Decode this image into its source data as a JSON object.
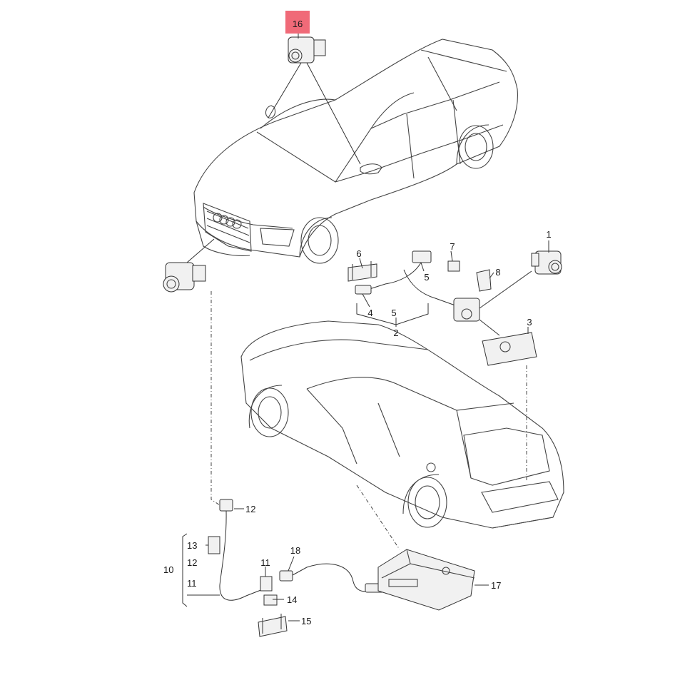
{
  "highlight_color": "#f06a78",
  "labels": {
    "l1": "1",
    "l2": "2",
    "l3": "3",
    "l4": "4",
    "l5a": "5",
    "l5b": "5",
    "l6": "6",
    "l7": "7",
    "l8": "8",
    "l10": "10",
    "l11a": "11",
    "l11b": "11",
    "l12a": "12",
    "l12b": "12",
    "l13": "13",
    "l14": "14",
    "l15": "15",
    "l16": "16",
    "l17": "17",
    "l18": "18"
  }
}
